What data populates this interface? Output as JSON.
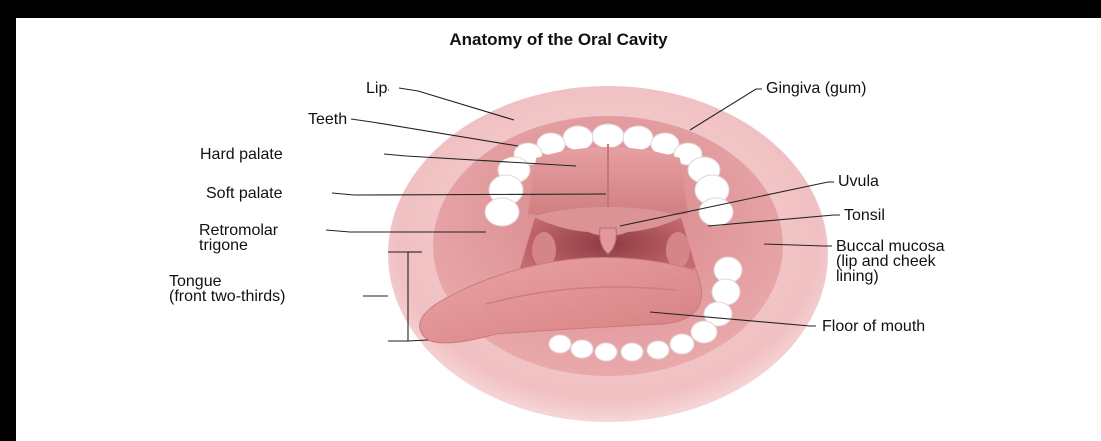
{
  "title": "Anatomy of the Oral Cavity",
  "labels": {
    "lip": "Lip",
    "teeth": "Teeth",
    "hard_palate": "Hard palate",
    "soft_palate": "Soft palate",
    "retromolar_1": "Retromolar",
    "retromolar_2": "trigone",
    "tongue_1": "Tongue",
    "tongue_2": "(front two-thirds)",
    "gingiva": "Gingiva (gum)",
    "uvula": "Uvula",
    "tonsil": "Tonsil",
    "buccal_1": "Buccal mucosa",
    "buccal_2": "(lip and cheek",
    "buccal_3": "lining)",
    "floor": "Floor of mouth"
  },
  "colors": {
    "lip": "#f1c2c4",
    "mucosa": "#e8a6a8",
    "palate": "#d98c8e",
    "throat": "#b85a60",
    "tongue": "#e39394",
    "teeth": "#ffffff"
  }
}
